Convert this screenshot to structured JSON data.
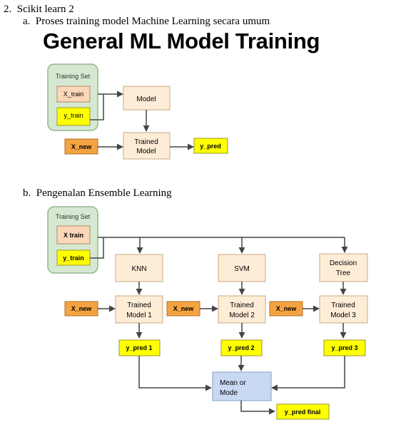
{
  "doc": {
    "section_number": "2.",
    "section_title": "Scikit learn 2",
    "sub_a_marker": "a.",
    "sub_a_title": "Proses training model Machine Learning secara umum",
    "sub_b_marker": "b.",
    "sub_b_title": "Pengenalan Ensemble Learning"
  },
  "diagram1": {
    "title": "General ML Model Training",
    "training_set_label": "Training Set",
    "x_train": "X_train",
    "y_train": "y_train",
    "model": "Model",
    "x_new": "X_new",
    "trained_model_line1": "Trained",
    "trained_model_line2": "Model",
    "y_pred": "y_pred"
  },
  "diagram2": {
    "training_set_label": "Training Set",
    "x_train": "X train",
    "y_train": "y_train",
    "knn": "KNN",
    "svm": "SVM",
    "dtree_line1": "Decision",
    "dtree_line2": "Tree",
    "x_new_1": "X_new",
    "x_new_2": "X_new",
    "x_new_3": "X_new",
    "tm1_line1": "Trained",
    "tm1_line2": "Model 1",
    "tm2_line1": "Trained",
    "tm2_line2": "Model 2",
    "tm3_line1": "Trained",
    "tm3_line2": "Model 3",
    "y_pred_1": "y_pred 1",
    "y_pred_2": "y_pred 2",
    "y_pred_3": "y_pred 3",
    "mean_line1": "Mean or",
    "mean_line2": "Mode",
    "y_pred_final": "y_pred final"
  },
  "colors": {
    "training_set_bg": "#d6e8d2",
    "training_set_border": "#93b58c",
    "x_train_bg": "#fbd7b9",
    "y_bg": "#ffff00",
    "x_new_bg": "#f4a341",
    "model_bg": "#fdecd6",
    "mean_bg": "#c9d9f4",
    "arrow": "#444444"
  }
}
